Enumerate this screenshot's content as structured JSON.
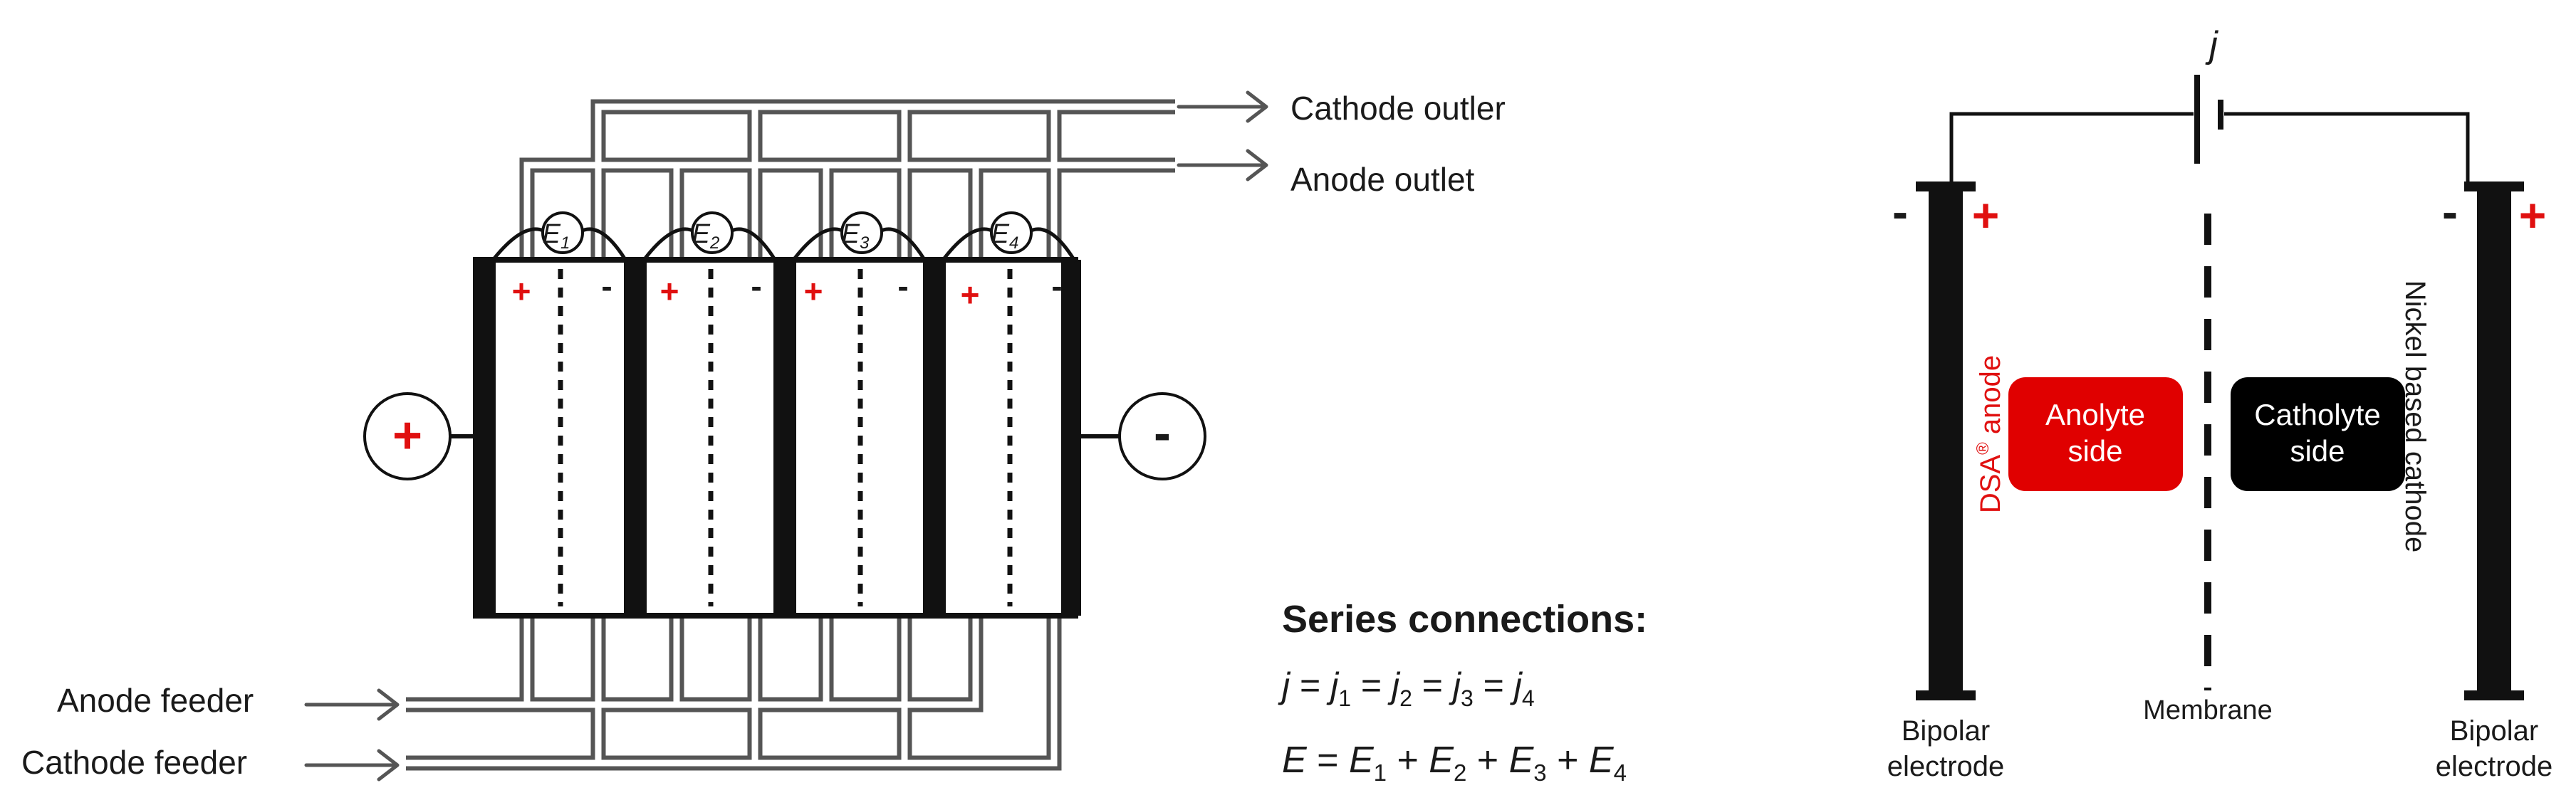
{
  "left_diagram": {
    "outlets": {
      "cathode": "Cathode outler",
      "anode": "Anode outlet"
    },
    "feeders": {
      "anode": "Anode feeder",
      "cathode": "Cathode feeder"
    },
    "terminals": {
      "positive": "+",
      "negative": "-"
    },
    "cells": [
      {
        "e_label": "E",
        "e_sub": "1",
        "plus": "+",
        "minus": "-"
      },
      {
        "e_label": "E",
        "e_sub": "2",
        "plus": "+",
        "minus": "-"
      },
      {
        "e_label": "E",
        "e_sub": "3",
        "plus": "+",
        "minus": "-"
      },
      {
        "e_label": "E",
        "e_sub": "4",
        "plus": "+",
        "minus": "-"
      }
    ]
  },
  "equations": {
    "heading": "Series connections:",
    "current": {
      "lhs": "j",
      "eq": " = ",
      "terms": [
        {
          "sym": "j",
          "sub": "1"
        },
        {
          "sym": "j",
          "sub": "2"
        },
        {
          "sym": "j",
          "sub": "3"
        },
        {
          "sym": "j",
          "sub": "4"
        }
      ],
      "sep": " = "
    },
    "potential": {
      "lhs": "E",
      "eq": " = ",
      "terms": [
        {
          "sym": "E",
          "sub": "1"
        },
        {
          "sym": "E",
          "sub": "2"
        },
        {
          "sym": "E",
          "sub": "3"
        },
        {
          "sym": "E",
          "sub": "4"
        }
      ],
      "sep": " + "
    }
  },
  "right_diagram": {
    "current_label": "j",
    "left_electrode": {
      "minus": "-",
      "plus": "+",
      "caption_line1": "Bipolar",
      "caption_line2": "electrode"
    },
    "right_electrode": {
      "minus": "-",
      "plus": "+",
      "caption_line1": "Bipolar",
      "caption_line2": "electrode"
    },
    "anode_label_prefix": "DSA",
    "anode_label_reg": "®",
    "anode_label_suffix": " anode",
    "cathode_label": "Nickel based cathode",
    "membrane_label": "Membrane",
    "anolyte_box": {
      "line1": "Anolyte",
      "line2": "side"
    },
    "catholyte_box": {
      "line1": "Catholyte",
      "line2": "side"
    },
    "colors": {
      "anolyte": "#e00000",
      "catholyte": "#000000",
      "accent_red": "#e01010"
    }
  }
}
